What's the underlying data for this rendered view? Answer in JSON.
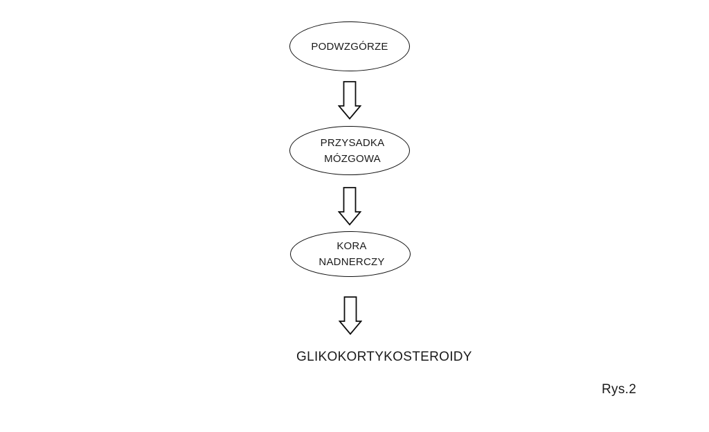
{
  "diagram": {
    "title_caption": "Rys.2",
    "nodes": [
      {
        "id": "hypothalamus",
        "label": "PODWZGÓRZE"
      },
      {
        "id": "pituitary",
        "label": "PRZYSADKA\nMÓZGOWA"
      },
      {
        "id": "adrenal",
        "label": "KORA\nNADNERCZY"
      }
    ],
    "connectors": [
      {
        "id": "arrow-1",
        "icon": "down-arrow-icon",
        "from": "hypothalamus",
        "to": "pituitary"
      },
      {
        "id": "arrow-2",
        "icon": "down-arrow-icon",
        "from": "pituitary",
        "to": "adrenal"
      },
      {
        "id": "arrow-3",
        "icon": "down-arrow-icon",
        "from": "adrenal",
        "to": "output"
      }
    ],
    "output_label": "GLIKOKORTYKOSTEROIDY",
    "colors": {
      "background": "#ffffff",
      "stroke": "#0d0d0d",
      "text": "#1a1a1a",
      "node_fill": "#ffffff"
    }
  }
}
